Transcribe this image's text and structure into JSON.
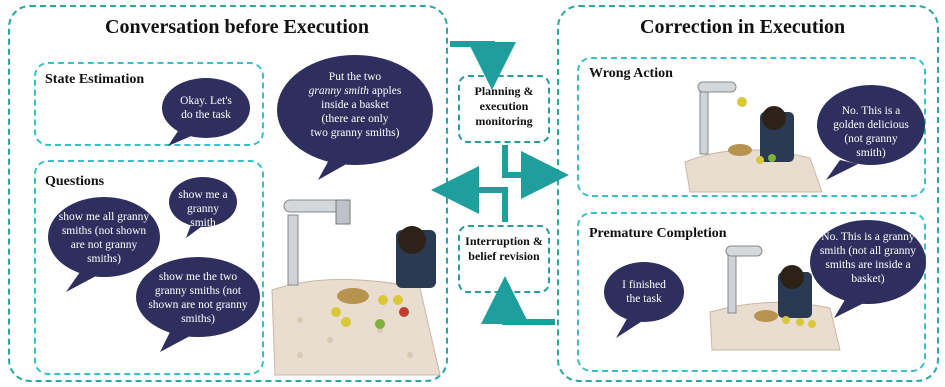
{
  "left_panel": {
    "title": "Conversation before Execution",
    "state_estimation": {
      "title": "State Estimation",
      "bubble": "Okay. Let's do the task"
    },
    "instruction_bubble": {
      "line1": "Put the two",
      "emph": "granny smith",
      "line2_rest": "apples",
      "line3": "inside a basket",
      "line4": "(there are only",
      "line5": "two granny smiths)"
    },
    "questions": {
      "title": "Questions",
      "bubble1": "show me a granny smith",
      "bubble2": "show me all granny smiths (not shown are not granny smiths)",
      "bubble3": "show me the two granny smiths (not shown are not granny smiths)"
    }
  },
  "middle": {
    "planning": "Planning & execution monitoring",
    "interruption": "Interruption & belief revision"
  },
  "right_panel": {
    "title": "Correction in Execution",
    "wrong_action": {
      "title": "Wrong Action",
      "bubble": "No. This is a golden delicious (not granny smith)"
    },
    "premature": {
      "title": "Premature Completion",
      "bubble_left": "I finished the task",
      "bubble_right": "No. This is a granny smith (not all granny smiths are inside a basket)"
    }
  },
  "colors": {
    "bubble": "#2e2f5e",
    "panel_border": "#2aa6a6",
    "arrow": "#1f9e9e"
  }
}
